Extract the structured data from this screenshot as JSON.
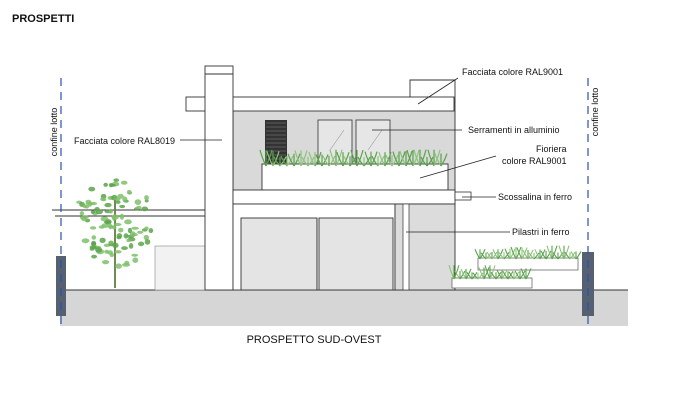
{
  "header": {
    "title": "PROSPETTI"
  },
  "drawing": {
    "caption": "PROSPETTO SUD-OVEST",
    "boundary_label": "confine lotto",
    "annotations": {
      "facciata_ral9001": "Facciata colore RAL9001",
      "facciata_ral8019": "Facciata colore RAL8019",
      "serramenti": "Serramenti in alluminio",
      "fioriera_line1": "Fioriera",
      "fioriera_line2": "colore RAL9001",
      "scossalina": "Scossalina in ferro",
      "pilastri": "Pilastri in ferro"
    },
    "colors": {
      "white_facade": "#ffffff",
      "grey_facade": "#d9d9d9",
      "ground": "#d6d6d6",
      "glass": "#e4e4e4",
      "boundary_dash": "#2b4fb0",
      "foliage": "#5aa34a",
      "post": "#556070"
    }
  }
}
